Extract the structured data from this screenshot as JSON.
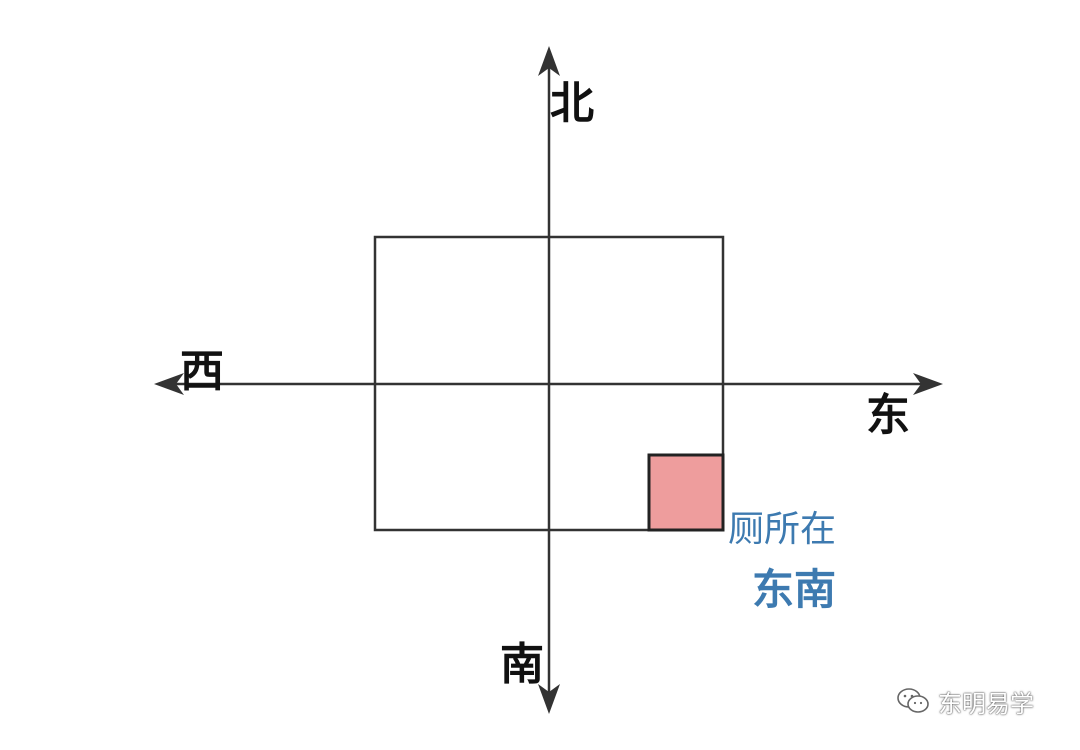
{
  "directions": {
    "north": "北",
    "south": "南",
    "east": "东",
    "west": "西"
  },
  "annotation": {
    "line1": "厕所在",
    "line2": "东南",
    "color": "#3d7ab0"
  },
  "toilet_fill": "#ee9d9d",
  "watermark": {
    "icon": "wechat-icon",
    "text": "东明易学"
  }
}
